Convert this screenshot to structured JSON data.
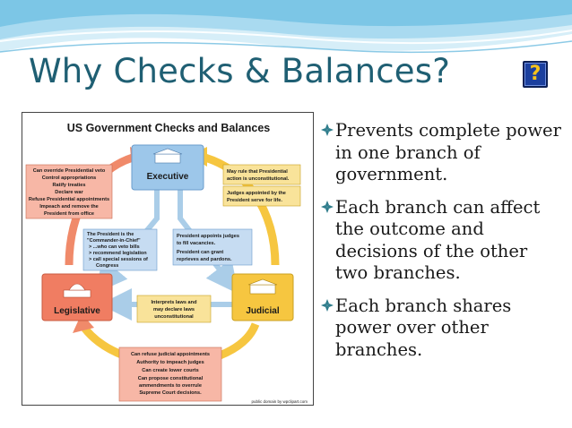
{
  "slide": {
    "title": "Why Checks & Balances?",
    "help_button": "?",
    "theme_colors": {
      "title": "#1f5f73",
      "wave": "#7cc6e6",
      "accent": "#1b3f9e"
    }
  },
  "diagram": {
    "title": "US Government Checks and Balances",
    "executive": "Executive",
    "legislative": "Legislative",
    "judicial": "Judicial",
    "leg_over_exec": [
      "Can override Presidential veto",
      "Control appropriations",
      "Ratify treaties",
      "Declare war",
      "Refuse Presidential appointments",
      "Impeach and remove the",
      "President from office"
    ],
    "jud_over_exec": [
      "May rule that Presidential",
      "action is unconstitutional."
    ],
    "jud_appointed": [
      "Judges appointed by the",
      "President serve for life."
    ],
    "exec_over_leg": [
      "The President is the",
      "\"Commander-in-Chief\"",
      "> ...who can veto bills",
      "> recommend legislation",
      "> call special sessions of",
      "Congress"
    ],
    "exec_over_jud": [
      "President appoints judges",
      "to fill vacancies.",
      "President can grant",
      "reprieves and pardons."
    ],
    "jud_over_leg": [
      "Interprets laws and",
      "may declare laws",
      "unconstitutional"
    ],
    "leg_over_jud": [
      "Can refuse judicial appointments",
      "Authority to impeach judges",
      "Can create lower courts",
      "Can propose constitutional",
      "ammendments to overrule",
      "Supreme Court decisions."
    ],
    "credit": "public domain by wpclipart.com"
  },
  "bullets": [
    "Prevents complete power in one branch of government.",
    "Each branch can affect the outcome and decisions of the other two branches.",
    "Each branch shares power over other branches."
  ]
}
